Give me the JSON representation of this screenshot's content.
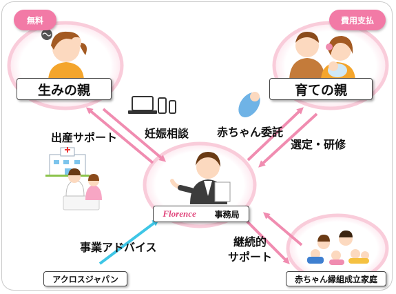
{
  "badges": {
    "free": "無料",
    "paid": "費用支払"
  },
  "nodes": {
    "birth_parent": "生みの親",
    "foster_parent": "育ての親",
    "office": "事務局",
    "office_logo": "Florence",
    "partner": "アクロスジャパン",
    "family": "赤ちゃん縁組成立家庭"
  },
  "edges": {
    "birth_support": "出産サポート",
    "pregnancy_consult": "妊娠相談",
    "baby_entrust": "赤ちゃん委託",
    "selection_training": "選定・研修",
    "business_advice": "事業アドバイス",
    "continuous_support_1": "継続的",
    "continuous_support_2": "サポート"
  },
  "colors": {
    "arrow_pink": "#f08cb0",
    "arrow_blue": "#3ec6e6",
    "badge_pink": "#f27aa6",
    "ring_pink": "#f9c7d6"
  }
}
